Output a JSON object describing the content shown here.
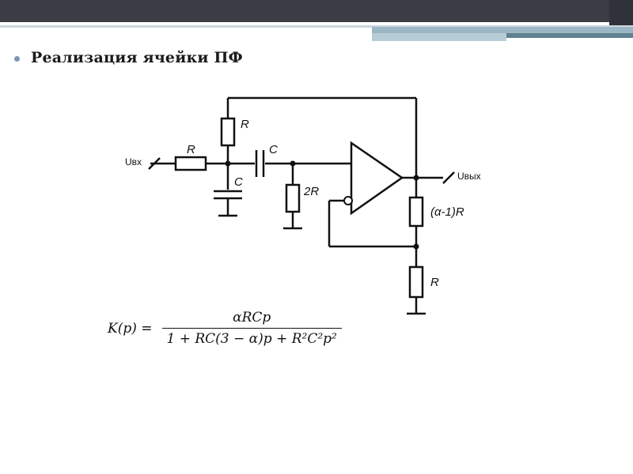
{
  "slide": {
    "title": "Реализация ячейки ПФ",
    "colors": {
      "band_dark": "#3a3d44",
      "band_accent": "#9cb7c4",
      "bullet": "#7b96b4"
    }
  },
  "circuit": {
    "input_label": "Uвх",
    "output_label": "Uвых",
    "components": {
      "r_input": "R",
      "r_top": "R",
      "c_series": "C",
      "c_shunt": "C",
      "r_2r": "2R",
      "r_feedback": "(α-1)R",
      "r_bottom": "R"
    }
  },
  "formula": {
    "lhs": "K(p) =",
    "numerator": "αRCp",
    "denominator": "1 + RC(3 − α)p + R²C²p²"
  }
}
